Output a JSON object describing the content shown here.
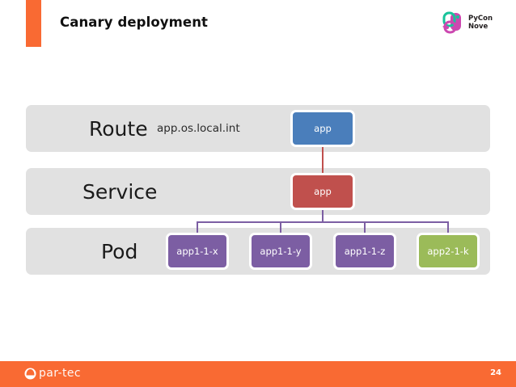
{
  "header": {
    "title": "Canary deployment",
    "accent_color": "#f96a33",
    "logo": {
      "name": "pycon-nove-logo",
      "line1": "PyCon",
      "line2": "Nove"
    }
  },
  "diagram": {
    "type": "layered-architecture",
    "rows": [
      {
        "id": "route",
        "label": "Route",
        "subtitle": "app.os.local.int",
        "band_color": "#e1e1e1",
        "nodes": [
          {
            "id": "route-app",
            "label": "app",
            "color": "#4a7ebb"
          }
        ]
      },
      {
        "id": "service",
        "label": "Service",
        "subtitle": "",
        "band_color": "#e1e1e1",
        "nodes": [
          {
            "id": "service-app",
            "label": "app",
            "color": "#c0504d"
          }
        ]
      },
      {
        "id": "pod",
        "label": "Pod",
        "subtitle": "",
        "band_color": "#e1e1e1",
        "nodes": [
          {
            "id": "pod-0",
            "label": "app1-1-x",
            "color": "#7c5ea3"
          },
          {
            "id": "pod-1",
            "label": "app1-1-y",
            "color": "#7c5ea3"
          },
          {
            "id": "pod-2",
            "label": "app1-1-z",
            "color": "#7c5ea3"
          },
          {
            "id": "pod-3",
            "label": "app2-1-k",
            "color": "#9bbb59"
          }
        ]
      }
    ],
    "connectors": [
      {
        "from": "route-app",
        "to": "service-app",
        "color": "#c0504d"
      },
      {
        "from": "service-app",
        "to": "pod-0",
        "color": "#7c5ea3"
      },
      {
        "from": "service-app",
        "to": "pod-1",
        "color": "#7c5ea3"
      },
      {
        "from": "service-app",
        "to": "pod-2",
        "color": "#7c5ea3"
      },
      {
        "from": "service-app",
        "to": "pod-3",
        "color": "#7c5ea3"
      }
    ]
  },
  "footer": {
    "brand": "par-tec",
    "page_number": "24",
    "background_color": "#f96a33"
  }
}
